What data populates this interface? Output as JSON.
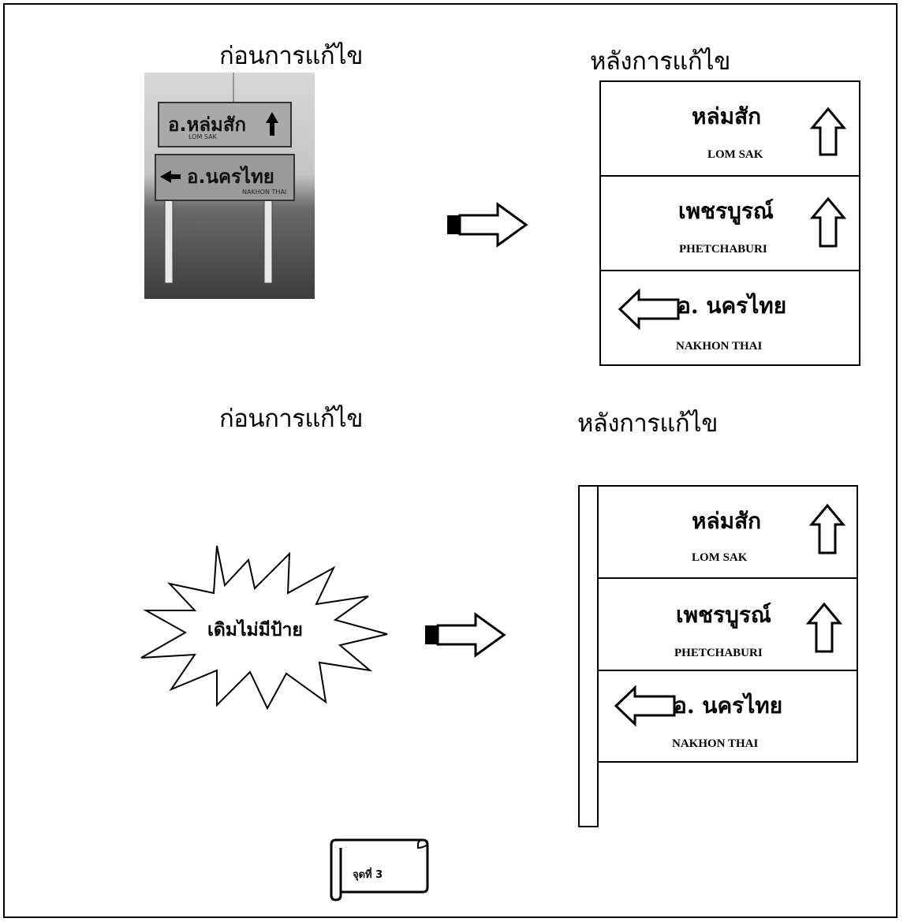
{
  "top": {
    "before_title": "ก่อนการแก้ไข",
    "after_title": "หลังการแก้ไข",
    "photo": {
      "sign1_thai": "อ.หล่มสัก",
      "sign1_eng": "LOM SAK",
      "sign2_thai": "อ.นครไทย",
      "sign2_eng": "NAKHON THAI"
    },
    "signs": [
      {
        "thai": "หล่มสัก",
        "eng": "LOM SAK",
        "arrow": "up-arrow-icon"
      },
      {
        "thai": "เพชรบูรณ์",
        "eng": "PHETCHABURI",
        "arrow": "up-arrow-icon"
      },
      {
        "thai": "อ. นครไทย",
        "eng": "NAKHON THAI",
        "arrow": "left-arrow-icon"
      }
    ]
  },
  "bottom": {
    "before_title": "ก่อนการแก้ไข",
    "after_title": "หลังการแก้ไข",
    "burst_text": "เดิมไม่มีป้าย",
    "signs": [
      {
        "thai": "หล่มสัก",
        "eng": "LOM SAK",
        "arrow": "up-arrow-icon"
      },
      {
        "thai": "เพชรบูรณ์",
        "eng": "PHETCHABURI",
        "arrow": "up-arrow-icon"
      },
      {
        "thai": "อ. นครไทย",
        "eng": "NAKHON THAI",
        "arrow": "left-arrow-icon"
      }
    ]
  },
  "scroll_label": "จุดที่ 3"
}
